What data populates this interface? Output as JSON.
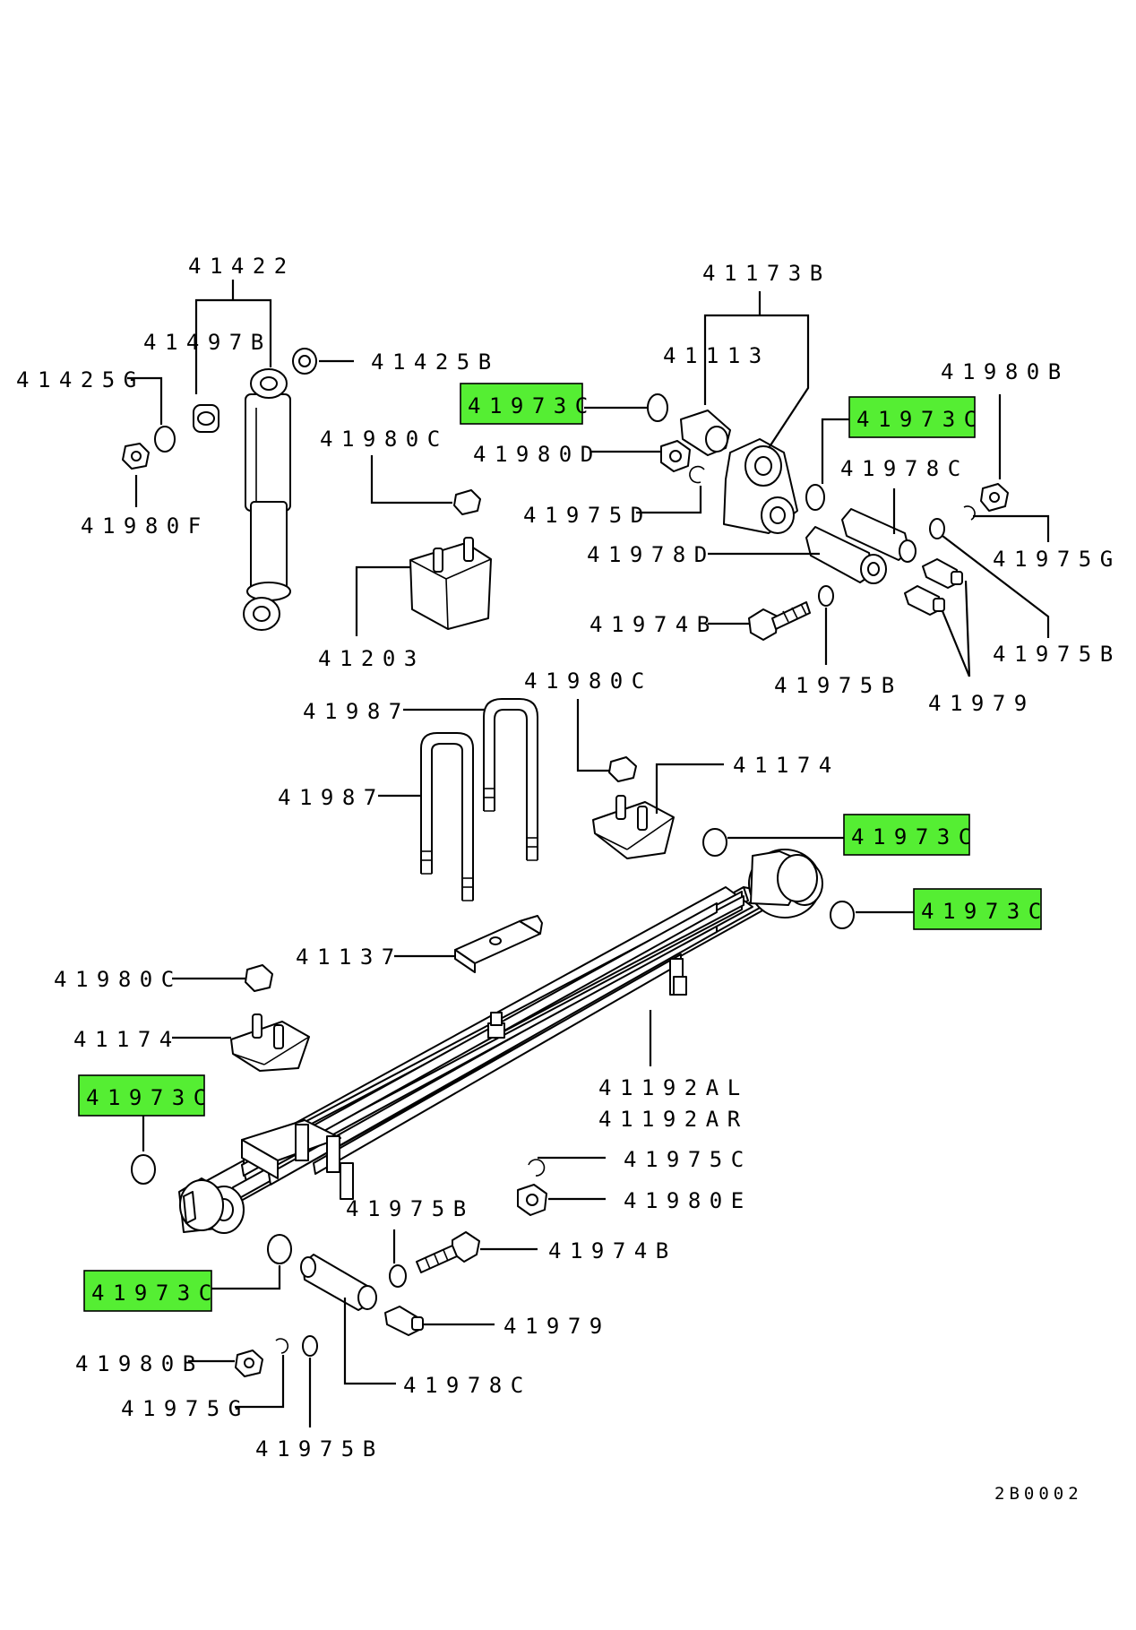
{
  "diagram_code": "2B0002",
  "highlight_color": "#55ee33",
  "labels": {
    "p41422": "41422",
    "p41497B": "41497B",
    "p41425B": "41425B",
    "p41425G": "41425G",
    "p41980F": "41980F",
    "p41980C_top": "41980C",
    "p41203": "41203",
    "p41173B": "41173B",
    "p41113": "41113",
    "p41973C_1": "41973C",
    "p41980D": "41980D",
    "p41975D": "41975D",
    "p41973C_2": "41973C",
    "p41980B_top": "41980B",
    "p41978C_top": "41978C",
    "p41975G_top": "41975G",
    "p41978D": "41978D",
    "p41974B_top": "41974B",
    "p41975B_right": "41975B",
    "p41975B_mid": "41975B",
    "p41979_top": "41979",
    "p41987_a": "41987",
    "p41987_b": "41987",
    "p41980C_mid": "41980C",
    "p41174_right": "41174",
    "p41973C_3": "41973C",
    "p41973C_4": "41973C",
    "p41137": "41137",
    "p41980C_left": "41980C",
    "p41174_left": "41174",
    "p41192AL": "41192AL",
    "p41192AR": "41192AR",
    "p41973C_5": "41973C",
    "p41975C": "41975C",
    "p41980E": "41980E",
    "p41975B_bottom": "41975B",
    "p41974B_bottom": "41974B",
    "p41973C_6": "41973C",
    "p41979_bottom": "41979",
    "p41980B_bottom": "41980B",
    "p41978C_bottom": "41978C",
    "p41975G_bottom": "41975G",
    "p41975B_low": "41975B"
  }
}
